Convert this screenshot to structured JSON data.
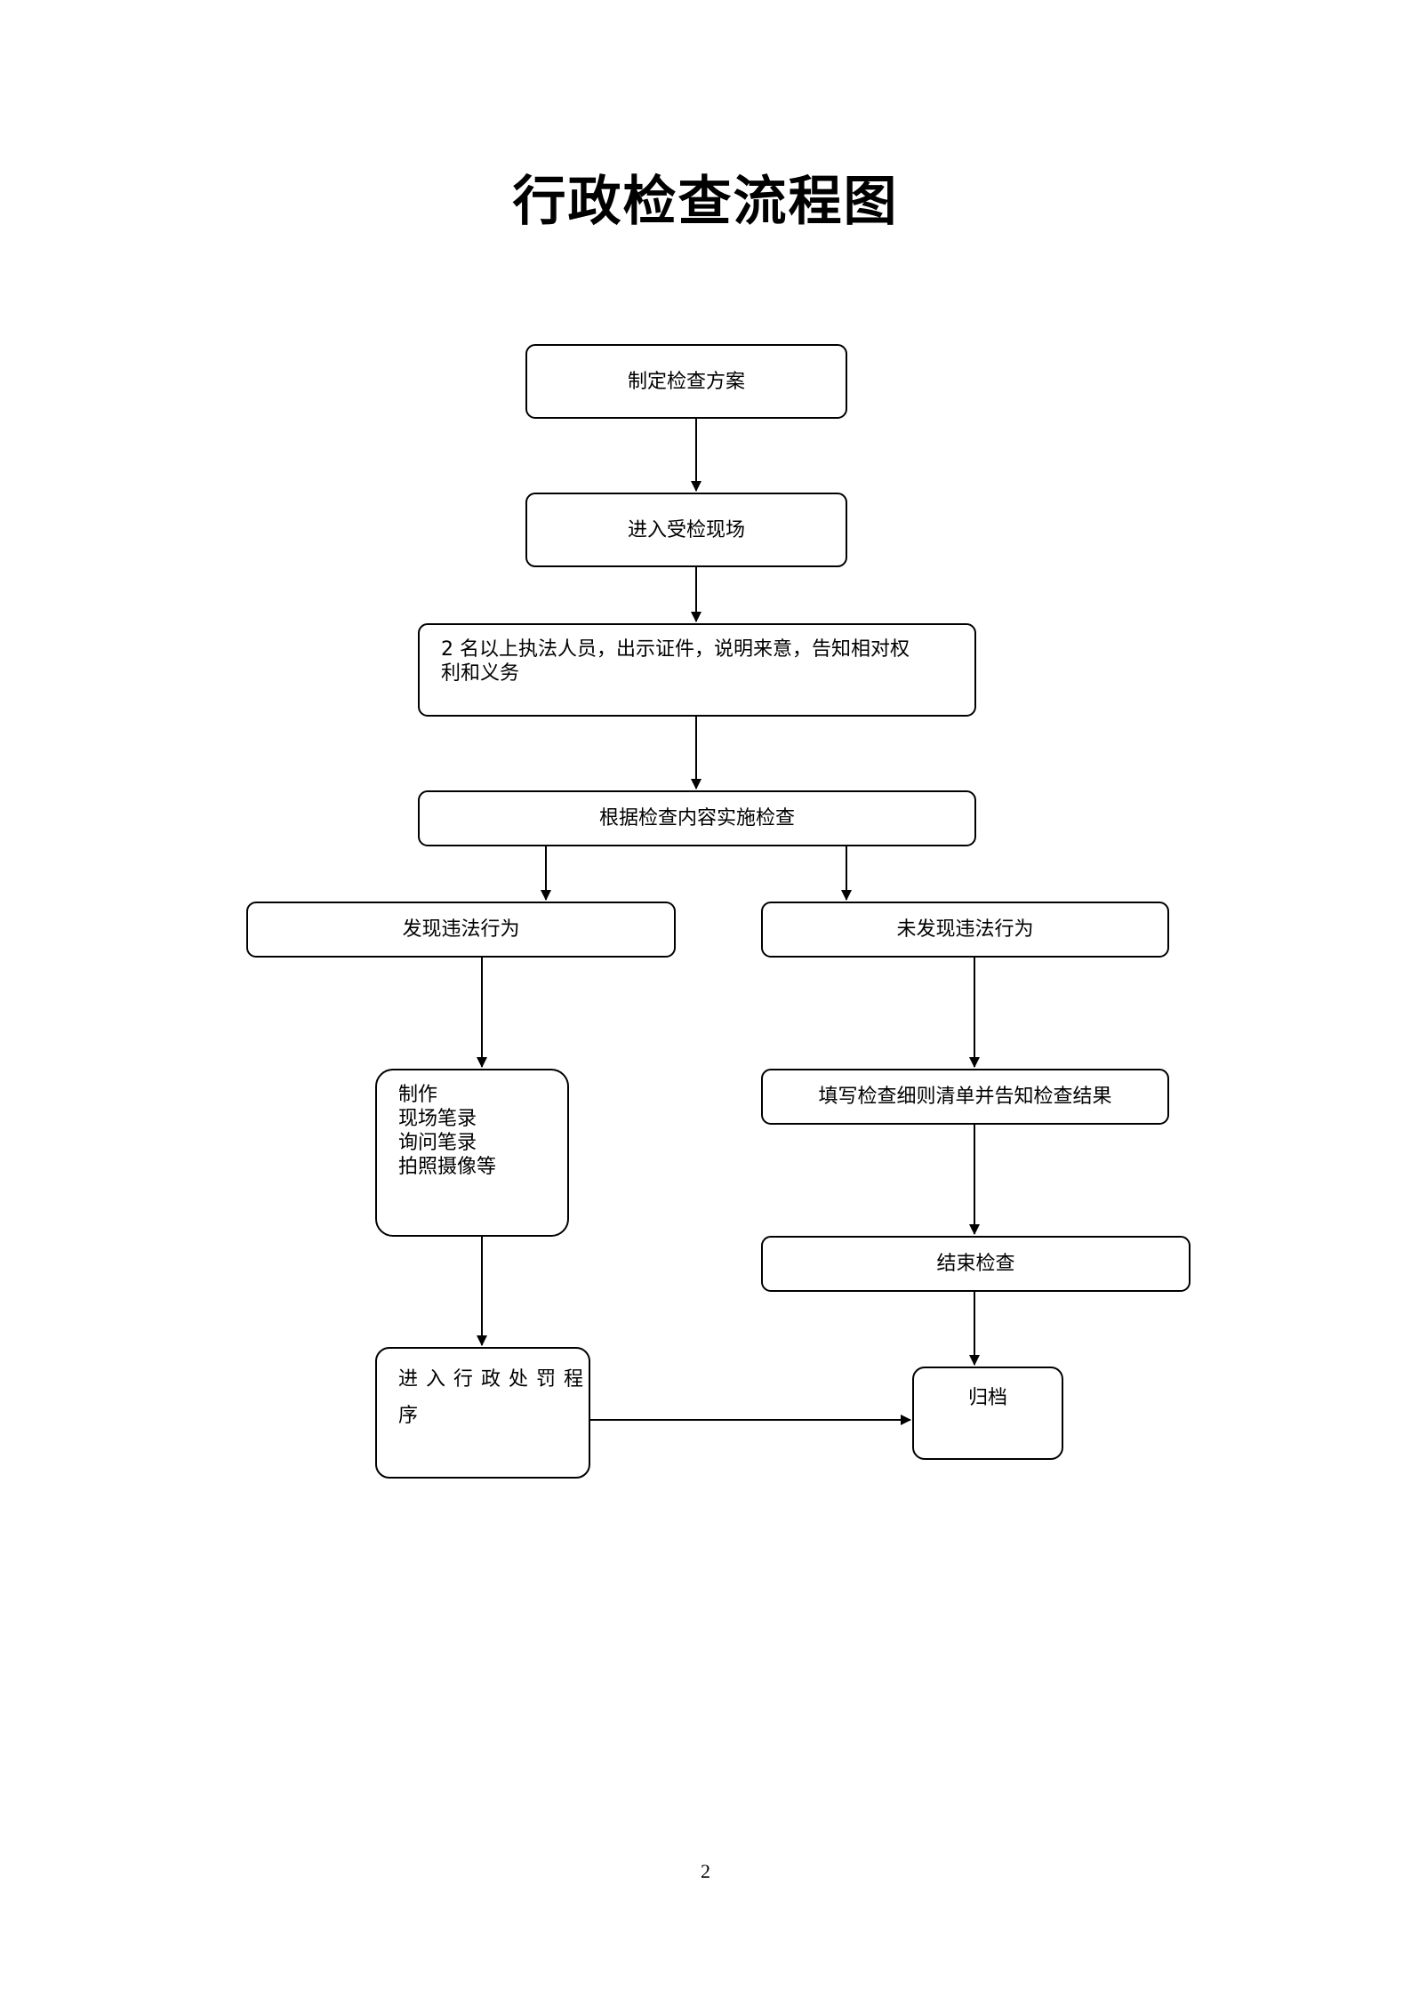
{
  "title": "行政检查流程图",
  "nodes": {
    "plan": "制定检查方案",
    "enter_site": "进入受检现场",
    "identify": [
      "2 名以上执法人员，出示证件，说明来意，告知相对权",
      "利和义务"
    ],
    "inspect": "根据检查内容实施检查",
    "found": "发现违法行为",
    "not_found": "未发现违法行为",
    "records": [
      "制作",
      "现场笔录",
      "询问笔录",
      "拍照摄像等"
    ],
    "fill_list": "填写检查细则清单并告知检查结果",
    "end_inspection": "结束检查",
    "penalty": [
      "进入行政处罚程",
      "序"
    ],
    "archive": "归档"
  },
  "page_number": "2"
}
